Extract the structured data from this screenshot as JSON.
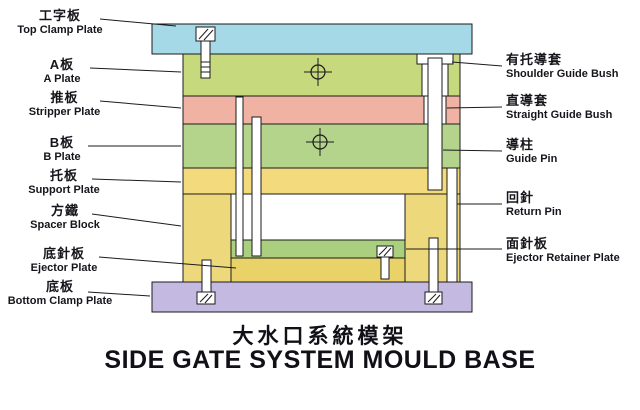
{
  "diagram_title": {
    "zh": "大水口系統模架",
    "en": "SIDE GATE SYSTEM MOULD BASE"
  },
  "left_labels": [
    {
      "zh": "工字板",
      "en": "Top Clamp Plate"
    },
    {
      "zh": "A板",
      "en": "A Plate"
    },
    {
      "zh": "推板",
      "en": "Stripper Plate"
    },
    {
      "zh": "B板",
      "en": "B Plate"
    },
    {
      "zh": "托板",
      "en": "Support Plate"
    },
    {
      "zh": "方鐵",
      "en": "Spacer Block"
    },
    {
      "zh": "底針板",
      "en": "Ejector Plate"
    },
    {
      "zh": "底板",
      "en": "Bottom Clamp Plate"
    }
  ],
  "right_labels": [
    {
      "zh": "有托導套",
      "en": "Shoulder Guide Bush"
    },
    {
      "zh": "直導套",
      "en": "Straight Guide Bush"
    },
    {
      "zh": "導柱",
      "en": "Guide Pin"
    },
    {
      "zh": "回針",
      "en": "Return Pin"
    },
    {
      "zh": "面針板",
      "en": "Ejector Retainer Plate"
    }
  ],
  "colors": {
    "top_clamp_plate": "#a6d9e8",
    "a_plate": "#c6d97c",
    "stripper_plate": "#f0b2a2",
    "b_plate": "#b4d48c",
    "support_plate": "#f2da7d",
    "spacer_block": "#eed87c",
    "ejector_retainer_plate": "#a9cf7f",
    "ejector_plate": "#e9d268",
    "bottom_clamp_plate": "#c4b9e0",
    "pin": "#ffffff",
    "outline": "#1b1b1b"
  }
}
